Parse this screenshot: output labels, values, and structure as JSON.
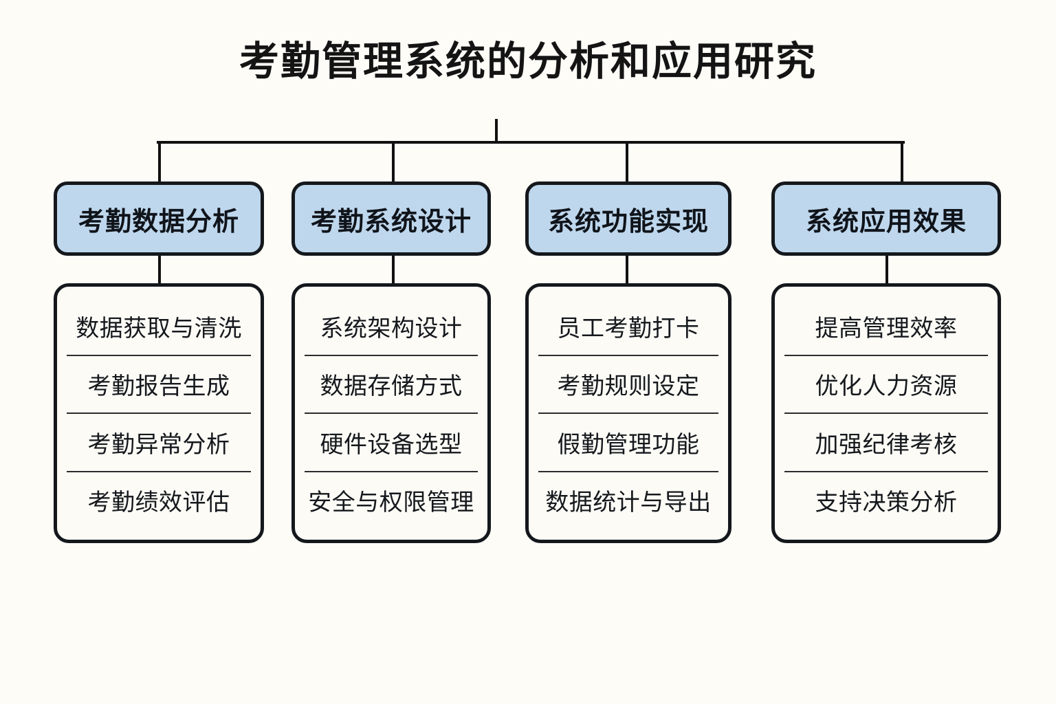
{
  "diagram": {
    "title": "考勤管理系统的分析和应用研究",
    "type": "tree",
    "background_color": "#fdfcf7",
    "header_fill_color": "#bed7ed",
    "card_fill_color": "#fcfbf6",
    "stroke_color": "#14181c",
    "branches": [
      {
        "header": "考勤数据分析",
        "items": [
          "数据获取与清洗",
          "考勤报告生成",
          "考勤异常分析",
          "考勤绩效评估"
        ]
      },
      {
        "header": "考勤系统设计",
        "items": [
          "系统架构设计",
          "数据存储方式",
          "硬件设备选型",
          "安全与权限管理"
        ]
      },
      {
        "header": "系统功能实现",
        "items": [
          "员工考勤打卡",
          "考勤规则设定",
          "假勤管理功能",
          "数据统计与导出"
        ]
      },
      {
        "header": "系统应用效果",
        "items": [
          "提高管理效率",
          "优化人力资源",
          "加强纪律考核",
          "支持决策分析"
        ]
      }
    ]
  }
}
